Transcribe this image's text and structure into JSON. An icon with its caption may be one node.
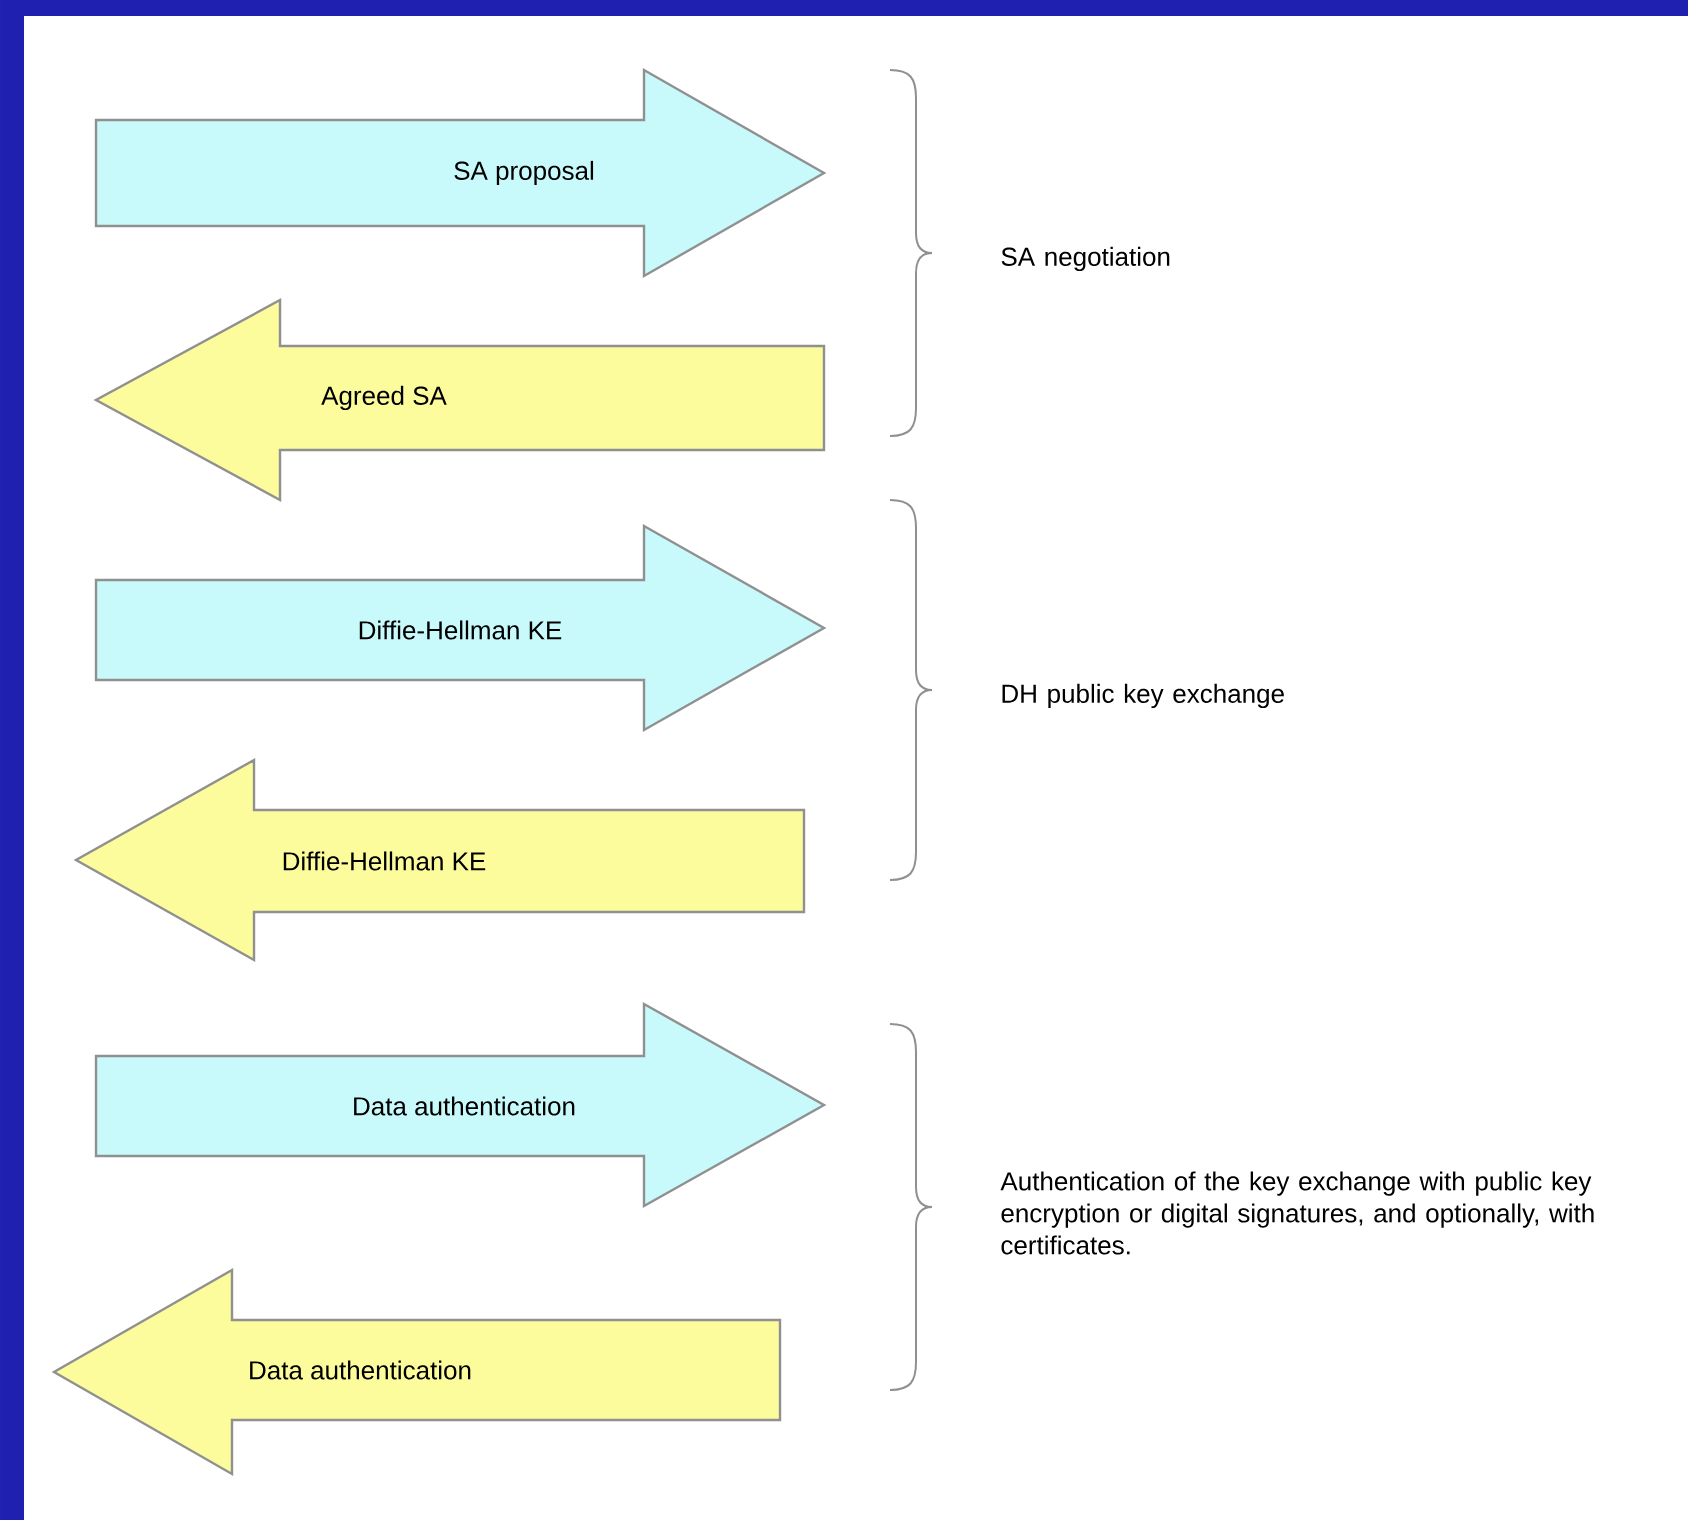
{
  "diagram": {
    "nodes": [
      {
        "text": [
          "SA proposal"
        ]
      },
      {
        "text": [
          "Agreed SA"
        ]
      },
      {
        "text": [
          "Diffie-Hellman KE"
        ]
      },
      {
        "text": [
          "Diffie-Hellman KE"
        ]
      },
      {
        "text": [
          "Data authentication"
        ]
      },
      {
        "text": [
          "Data authentication"
        ]
      }
    ],
    "labels": [
      "SA negotiation",
      "DH public key exchange",
      "Authentication of the key exchange with public key encryption or digital signatures, and optionally, with certificates."
    ]
  }
}
